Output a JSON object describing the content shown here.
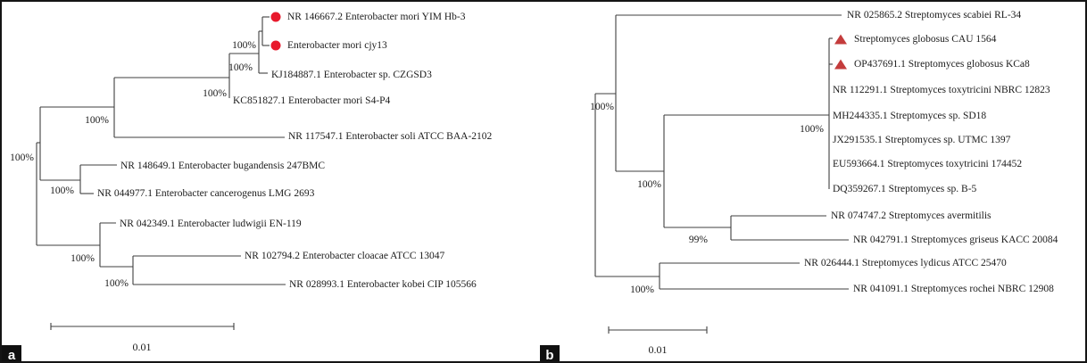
{
  "colors": {
    "line": "#3f3f3f",
    "text": "#1b1b1b",
    "circle_marker": "#e8192c",
    "triangle_marker": "#c43c3c",
    "triangle_stroke": "#8e2a2a"
  },
  "panel_a": {
    "corner_label": "a",
    "scale_label": "0.01",
    "leaves": [
      {
        "label": "NR 146667.2 Enterobacter mori YIM Hb-3",
        "marker": "red-circle"
      },
      {
        "label": "Enterobacter mori cjy13",
        "marker": "red-circle"
      },
      {
        "label": "KJ184887.1 Enterobacter sp. CZGSD3"
      },
      {
        "label": "KC851827.1 Enterobacter mori S4-P4"
      },
      {
        "label": "NR 117547.1 Enterobacter soli ATCC BAA-2102"
      },
      {
        "label": "NR 148649.1 Enterobacter bugandensis 247BMC"
      },
      {
        "label": "NR 044977.1 Enterobacter cancerogenus LMG 2693"
      },
      {
        "label": "NR 042349.1 Enterobacter ludwigii EN-119"
      },
      {
        "label": "NR 102794.2 Enterobacter cloacae ATCC 13047"
      },
      {
        "label": "NR 028993.1 Enterobacter kobei CIP 105566"
      }
    ],
    "bootstraps": [
      "100%",
      "100%",
      "100%",
      "100%",
      "100%",
      "100%",
      "100%",
      "100%"
    ]
  },
  "panel_b": {
    "corner_label": "b",
    "scale_label": "0.01",
    "leaves": [
      {
        "label": "NR 025865.2 Streptomyces scabiei RL-34"
      },
      {
        "label": "Streptomyces globosus CAU 1564",
        "marker": "red-triangle"
      },
      {
        "label": "OP437691.1 Streptomyces globosus KCa8",
        "marker": "red-triangle"
      },
      {
        "label": "NR 112291.1 Streptomyces toxytricini NBRC 12823"
      },
      {
        "label": "MH244335.1 Streptomyces sp. SD18"
      },
      {
        "label": "JX291535.1 Streptomyces sp. UTMC 1397"
      },
      {
        "label": "EU593664.1 Streptomyces toxytricini 174452"
      },
      {
        "label": "DQ359267.1 Streptomyces sp. B-5"
      },
      {
        "label": "NR 074747.2 Streptomyces avermitilis"
      },
      {
        "label": "NR 042791.1 Streptomyces griseus KACC 20084"
      },
      {
        "label": "NR 026444.1 Streptomyces lydicus ATCC 25470"
      },
      {
        "label": "NR 041091.1 Streptomyces rochei NBRC 12908"
      }
    ],
    "bootstraps": [
      "100%",
      "100%",
      "100%",
      "99%",
      "100%"
    ]
  }
}
